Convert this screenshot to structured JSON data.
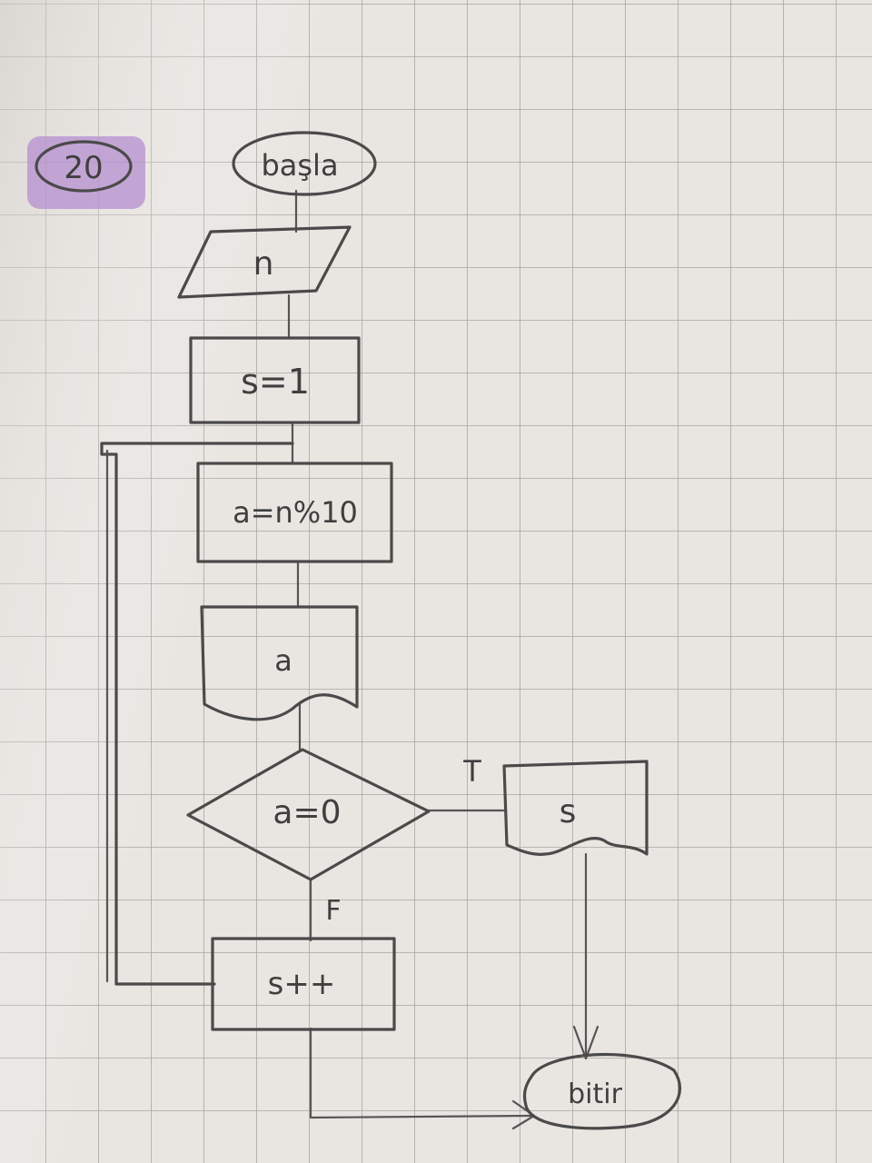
{
  "problem_number": "20",
  "colors": {
    "paper": "#e9e6e2",
    "grid": "#a9a6a2",
    "pencil": "#4a4a4a",
    "highlighter": "#b58fd0"
  },
  "nodes": {
    "start": "başla",
    "input": "n",
    "init": "s=1",
    "compute": "a=n%10",
    "output_a": "a",
    "decision": "a=0",
    "output_s": "s",
    "increment": "s++",
    "end": "bitir"
  },
  "branch_labels": {
    "true": "T",
    "false": "F"
  }
}
